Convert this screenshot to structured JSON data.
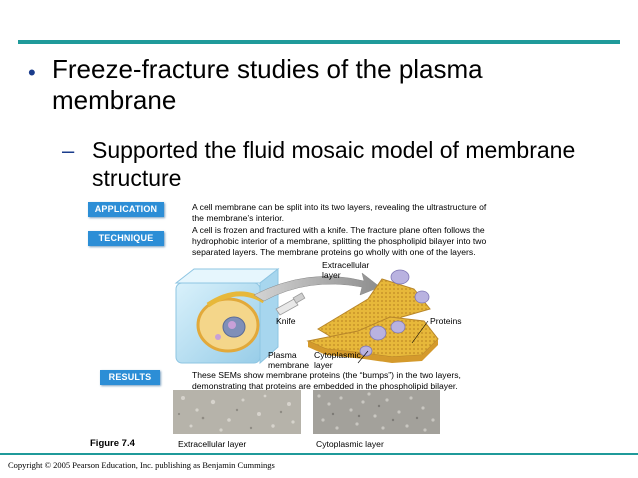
{
  "slide": {
    "bullet1": "Freeze-fracture studies of the plasma membrane",
    "bullet2": "Supported the fluid mosaic model of membrane structure",
    "application_label": "APPLICATION",
    "application_text": "A cell membrane can be split into its two layers, revealing the ultrastructure of the membrane’s interior.",
    "technique_label": "TECHNIQUE",
    "technique_text": "A cell is frozen and fractured with a knife. The fracture plane often follows the hydrophobic interior of a membrane, splitting the phospholipid bilayer into two separated layers. The membrane proteins go wholly with one of the layers.",
    "results_label": "RESULTS",
    "results_text": "These SEMs show membrane proteins (the “bumps”) in the two layers, demonstrating that proteins are embedded in the phospholipid bilayer.",
    "figure_label": "Figure 7.4",
    "caption_left": "Extracellular layer",
    "caption_right": "Cytoplasmic layer",
    "copyright": "Copyright © 2005 Pearson Education, Inc. publishing as Benjamin Cummings"
  },
  "diagram": {
    "label_extracellular": "Extracellular layer",
    "label_knife": "Knife",
    "label_proteins": "Proteins",
    "label_plasma": "Plasma membrane",
    "label_cytoplasmic": "Cytoplasmic layer"
  },
  "colors": {
    "accent_bar": "#1f9a9a",
    "button_blue": "#2c8ed6",
    "bullet_blue": "#1a3c8c",
    "membrane_gold": "#e7b83a",
    "protein_lavender": "#b9b2e0",
    "ice_blue": "#bfe3f5"
  }
}
